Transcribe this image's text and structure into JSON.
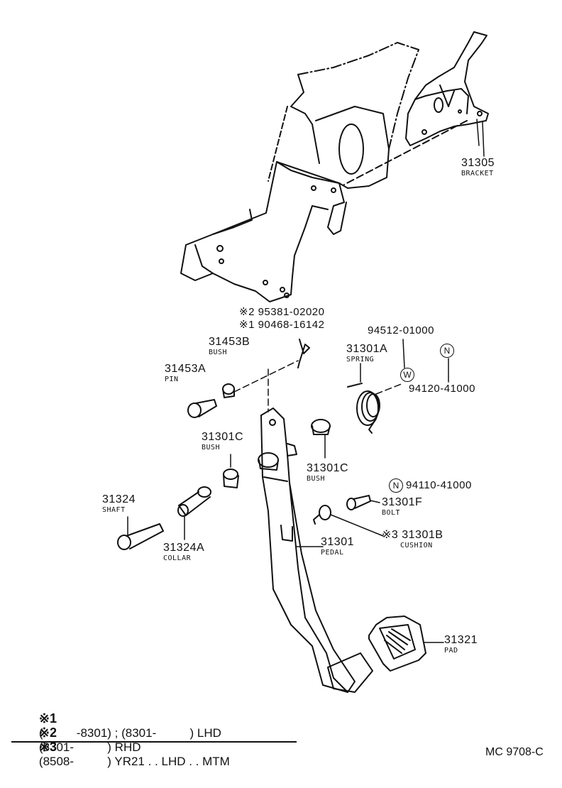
{
  "parts": {
    "bracket": {
      "number": "31305",
      "name": "BRACKET"
    },
    "clip_1": {
      "number": "※2 95381-02020"
    },
    "clip_2": {
      "number": "※1 90468-16142"
    },
    "bush_b": {
      "number": "31453B",
      "name": "BUSH"
    },
    "pin": {
      "number": "31453A",
      "name": "PIN"
    },
    "washer_part": {
      "number": "94512-01000"
    },
    "spring": {
      "number": "31301A",
      "name": "SPRING"
    },
    "washer_symbol": "W",
    "nut_symbol": "N",
    "nut_1": {
      "number": "94120-41000"
    },
    "bush_c_left": {
      "number": "31301C",
      "name": "BUSH"
    },
    "bush_c_right": {
      "number": "31301C",
      "name": "BUSH"
    },
    "nut_2": {
      "number": "94110-41000"
    },
    "bolt": {
      "number": "31301F",
      "name": "BOLT"
    },
    "shaft": {
      "number": "31324",
      "name": "SHAFT"
    },
    "collar": {
      "number": "31324A",
      "name": "COLLAR"
    },
    "pedal": {
      "number": "31301",
      "name": "PEDAL"
    },
    "cushion": {
      "number": "※3 31301B",
      "name": "CUSHION"
    },
    "pad": {
      "number": "31321",
      "name": "PAD"
    }
  },
  "notes": [
    {
      "mark": "※1",
      "text": "(          -8301) ; (8301-          ) LHD"
    },
    {
      "mark": "※2",
      "text": "(8301-          ) RHD"
    },
    {
      "mark": "※3",
      "text": "(8508-          ) YR21 . . LHD . . MTM"
    }
  ],
  "diagram_code": "MC 9708-C"
}
